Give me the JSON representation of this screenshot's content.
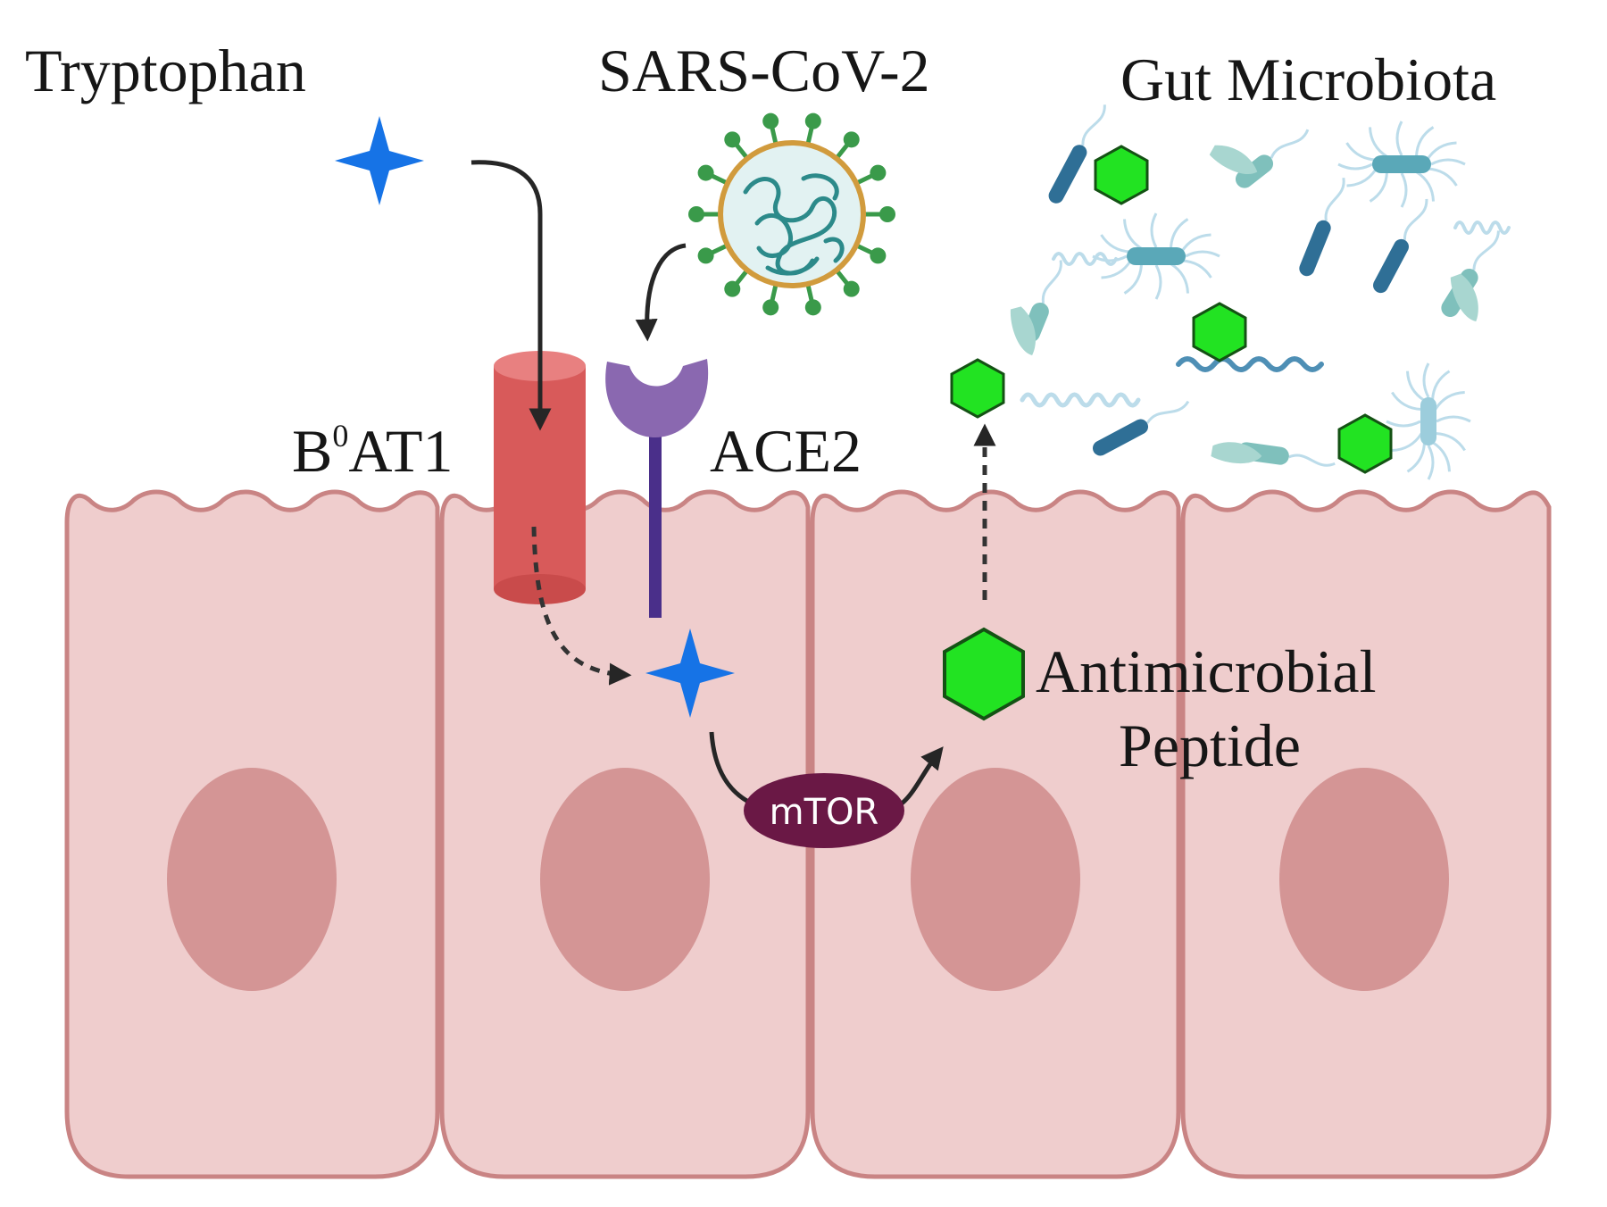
{
  "labels": {
    "tryptophan": "Tryptophan",
    "sars": "SARS-CoV-2",
    "gut": "Gut Microbiota",
    "b0at1_main": "B",
    "b0at1_sup": "0",
    "b0at1_rest": "AT1",
    "ace2": "ACE2",
    "amp_line1": "Antimicrobial",
    "amp_line2": "Peptide",
    "mtor": "mTOR"
  },
  "colors": {
    "cell_fill": "#efcdcd",
    "cell_stroke": "#c98484",
    "nucleus": "#d49595",
    "transporter": "#d85a5a",
    "ace2": "#8a68b0",
    "ace2_stem": "#4a2f8a",
    "tryptophan": "#1673e6",
    "peptide": "#22e322",
    "mtor": "#6a1845",
    "virus_spike": "#3a9a4a",
    "virus_rna": "#2c8a8a",
    "bacteria_dark": "#2f6f96",
    "bacteria_light": "#7fc0bc"
  }
}
